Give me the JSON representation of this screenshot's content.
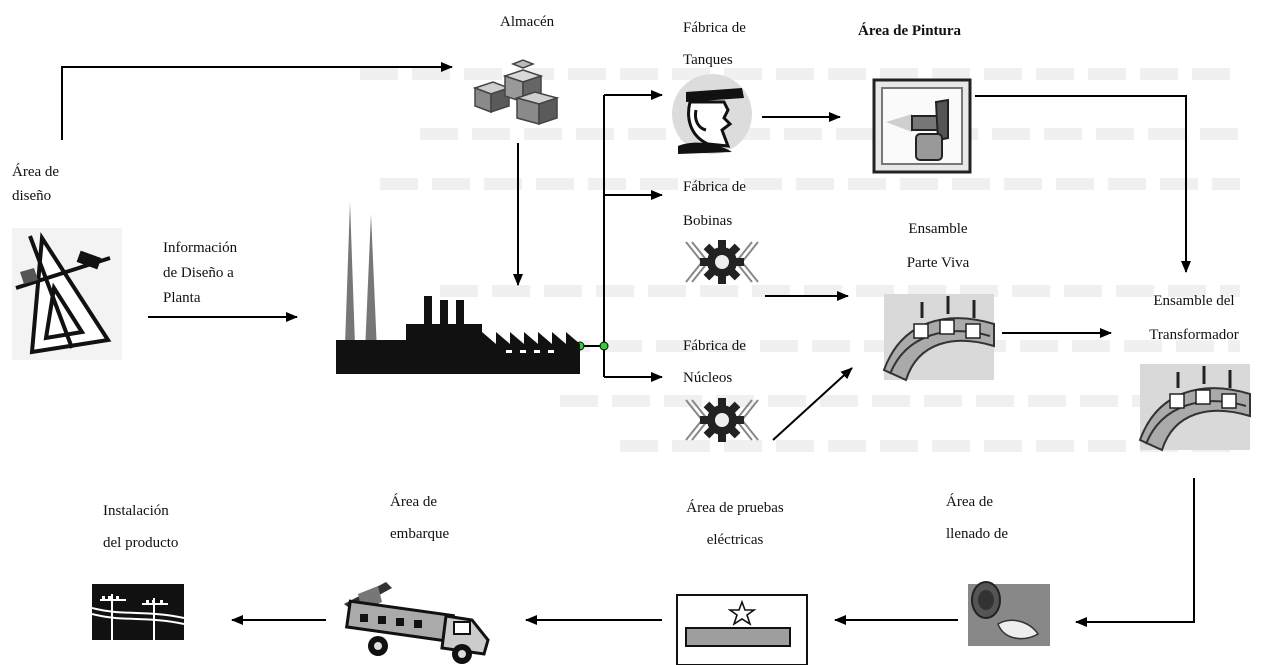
{
  "nodes": {
    "almacen": {
      "line1": "Almacén"
    },
    "area_diseno": {
      "line1": "Área de",
      "line2": "diseño"
    },
    "info_diseno": {
      "line1": "Información",
      "line2": "de Diseño a",
      "line3": "Planta"
    },
    "fab_tanques": {
      "line1": "Fábrica de",
      "line2": "Tanques"
    },
    "area_pintura": {
      "line1": "Área de Pintura"
    },
    "fab_bobinas": {
      "line1": "Fábrica de",
      "line2": "Bobinas"
    },
    "ensamble_parte_viva": {
      "line1": "Ensamble",
      "line2": "Parte Viva"
    },
    "ensamble_transformador": {
      "line1": "Ensamble del",
      "line2": "Transformador"
    },
    "fab_nucleos": {
      "line1": "Fábrica de",
      "line2": "Núcleos"
    },
    "instalacion": {
      "line1": "Instalación",
      "line2": "del producto"
    },
    "embarque": {
      "line1": "Área de",
      "line2": "embarque"
    },
    "pruebas": {
      "line1": "Área de pruebas",
      "line2": "eléctricas"
    },
    "llenado": {
      "line1": "Área de",
      "line2": "llenado de"
    }
  },
  "colors": {
    "arrow": "#000000",
    "connector_dot": "#33cc33",
    "icon_gray": "#9a9a9a"
  },
  "icons": [
    "boxes-icon",
    "drafting-tools-icon",
    "factory-icon",
    "welder-icon",
    "spray-gun-icon",
    "gear-icon",
    "assembly-icon",
    "truck-icon",
    "test-panel-icon",
    "oil-barrel-icon",
    "power-lines-icon"
  ]
}
